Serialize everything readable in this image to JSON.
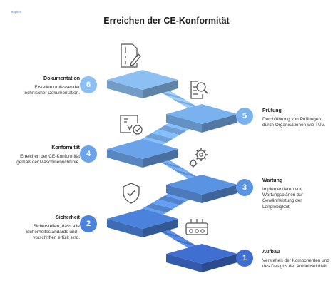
{
  "logo_text": "napkin",
  "title": "Erreichen der CE-Konformität",
  "steps": [
    {
      "number": "1",
      "heading": "Aufbau",
      "text": "Verstehen der Komponenten und des Designs der Antriebseinheit.",
      "icon": "controller-icon",
      "color": "#3f6fd1"
    },
    {
      "number": "2",
      "heading": "Sicherheit",
      "text": "Sicherstellen, dass alle Sicherheitsstandards und -vorschriften erfüllt sind.",
      "icon": "shield-check-icon",
      "color": "#4b82dc"
    },
    {
      "number": "3",
      "heading": "Wartung",
      "text": "Implementieren von Wartungsplänen zur Gewährleistung der Langlebigkeit.",
      "icon": "gears-icon",
      "color": "#5b93e3"
    },
    {
      "number": "4",
      "heading": "Konformität",
      "text": "Erreichen der CE-Konformität gemäß der Maschinenrichtlinie.",
      "icon": "certificate-icon",
      "color": "#6aa3ea"
    },
    {
      "number": "5",
      "heading": "Prüfung",
      "text": "Durchführung von Prüfungen durch Organisationen wie TÜV.",
      "icon": "inspection-icon",
      "color": "#7ab1ef"
    },
    {
      "number": "6",
      "heading": "Dokumentation",
      "text": "Erstellen umfassender technischer Dokumentation.",
      "icon": "document-edit-icon",
      "color": "#8cc0f3"
    }
  ]
}
